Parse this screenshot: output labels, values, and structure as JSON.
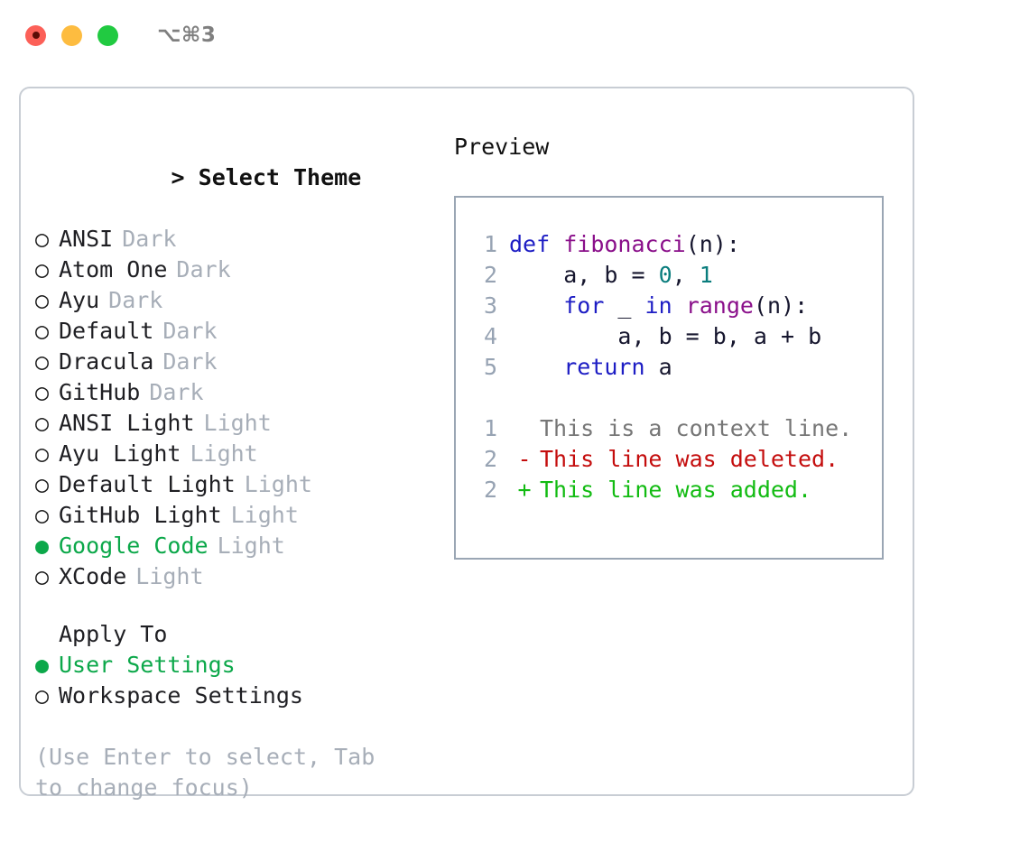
{
  "titlebar": {
    "shortcut": "⌥⌘3",
    "buttons": [
      {
        "name": "close",
        "color": "#fc6058"
      },
      {
        "name": "minimize",
        "color": "#fdbc40"
      },
      {
        "name": "maximize",
        "color": "#21ca41"
      }
    ]
  },
  "theme_selector": {
    "heading": "> Select Theme",
    "caret": ">",
    "heading_text": "Select Theme",
    "marker_empty": "○",
    "marker_filled": "●",
    "items": [
      {
        "label": "ANSI",
        "kind": "Dark",
        "selected": false
      },
      {
        "label": "Atom One",
        "kind": "Dark",
        "selected": false
      },
      {
        "label": "Ayu",
        "kind": "Dark",
        "selected": false
      },
      {
        "label": "Default",
        "kind": "Dark",
        "selected": false
      },
      {
        "label": "Dracula",
        "kind": "Dark",
        "selected": false
      },
      {
        "label": "GitHub",
        "kind": "Dark",
        "selected": false
      },
      {
        "label": "ANSI Light",
        "kind": "Light",
        "selected": false
      },
      {
        "label": "Ayu Light",
        "kind": "Light",
        "selected": false
      },
      {
        "label": "Default Light",
        "kind": "Light",
        "selected": false
      },
      {
        "label": "GitHub Light",
        "kind": "Light",
        "selected": false
      },
      {
        "label": "Google Code",
        "kind": "Light",
        "selected": true
      },
      {
        "label": "XCode",
        "kind": "Light",
        "selected": false
      }
    ]
  },
  "apply_to": {
    "heading": "Apply To",
    "items": [
      {
        "label": "User Settings",
        "selected": true
      },
      {
        "label": "Workspace Settings",
        "selected": false
      }
    ]
  },
  "hint": "(Use Enter to select, Tab to change focus)",
  "preview": {
    "title": "Preview",
    "code_lines": [
      {
        "number": "1",
        "tokens": [
          {
            "text": "def ",
            "cls": "tok-kw"
          },
          {
            "text": "fibonacci",
            "cls": "tok-fn"
          },
          {
            "text": "(n):",
            "cls": "tok-op"
          }
        ]
      },
      {
        "number": "2",
        "tokens": [
          {
            "text": "    a, b = ",
            "cls": "tok-pl"
          },
          {
            "text": "0",
            "cls": "tok-num"
          },
          {
            "text": ", ",
            "cls": "tok-pl"
          },
          {
            "text": "1",
            "cls": "tok-num"
          }
        ]
      },
      {
        "number": "3",
        "tokens": [
          {
            "text": "    ",
            "cls": "tok-pl"
          },
          {
            "text": "for",
            "cls": "tok-kw"
          },
          {
            "text": " _ ",
            "cls": "tok-pl"
          },
          {
            "text": "in",
            "cls": "tok-kw"
          },
          {
            "text": " ",
            "cls": "tok-pl"
          },
          {
            "text": "range",
            "cls": "tok-fn"
          },
          {
            "text": "(n):",
            "cls": "tok-op"
          }
        ]
      },
      {
        "number": "4",
        "tokens": [
          {
            "text": "        a, b = b, a + b",
            "cls": "tok-pl"
          }
        ]
      },
      {
        "number": "5",
        "tokens": [
          {
            "text": "    ",
            "cls": "tok-pl"
          },
          {
            "text": "return",
            "cls": "tok-kw"
          },
          {
            "text": " a",
            "cls": "tok-pl"
          }
        ]
      }
    ],
    "diff_lines": [
      {
        "number": "1",
        "sign": " ",
        "text": "This is a context line.",
        "kind": "context"
      },
      {
        "number": "2",
        "sign": "-",
        "text": "This line was deleted.",
        "kind": "deleted"
      },
      {
        "number": "2",
        "sign": "+",
        "text": "This line was added.",
        "kind": "added"
      }
    ]
  },
  "colors": {
    "accent_green": "#0ca84a",
    "muted_text": "#a7aeb8",
    "panel_border": "#c8cdd4",
    "preview_border": "#9aa6b4",
    "gutter": "#97a3b3",
    "keyword": "#1d1dc4",
    "function": "#8a0f8a",
    "number": "#0a7d7d",
    "diff_added": "#12bb12",
    "diff_deleted": "#c40d0d",
    "diff_context": "#767676"
  }
}
